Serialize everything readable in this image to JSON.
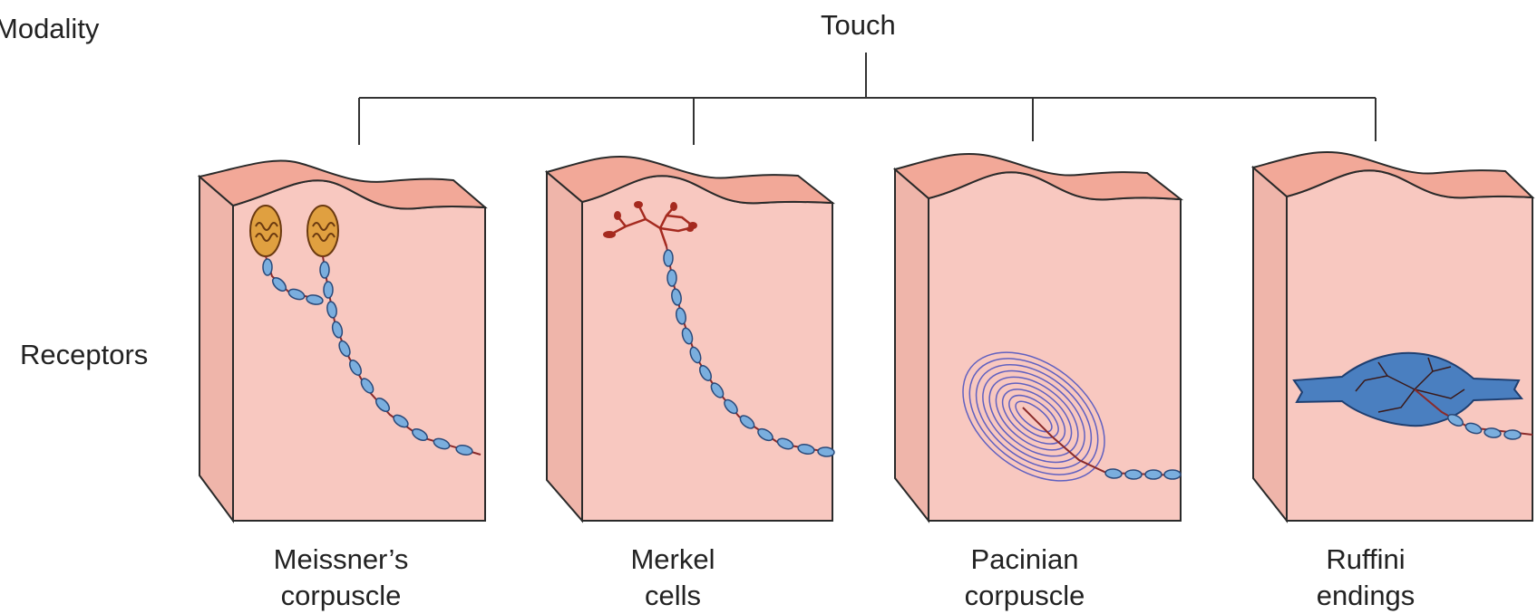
{
  "labels": {
    "modality": "Modality",
    "receptors": "Receptors",
    "root": "Touch"
  },
  "receptors": [
    {
      "line1": "Meissner’s",
      "line2": "corpuscle"
    },
    {
      "line1": "Merkel",
      "line2": "cells"
    },
    {
      "line1": "Pacinian",
      "line2": "corpuscle"
    },
    {
      "line1": "Ruffini",
      "line2": "endings"
    }
  ],
  "colors": {
    "skin_front": "#f8c8c0",
    "skin_top": "#f2a898",
    "skin_side": "#efb5aa",
    "outline": "#2a2a2a",
    "axon_bead": "#7aaede",
    "axon_line": "#8a2a2a",
    "meissner_capsule": "#e0a040",
    "merkel_disc": "#a52a1f",
    "pacinian_lamella": "#6060c0",
    "ruffini_capsule": "#4a7fc0"
  }
}
